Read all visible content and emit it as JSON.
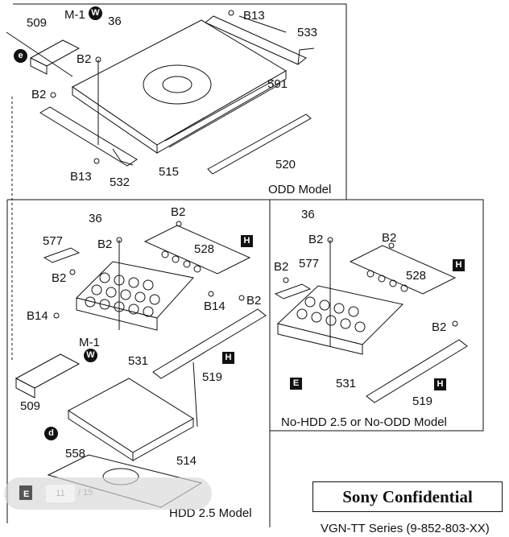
{
  "labels": {
    "l509a": "509",
    "m1a": "M-1",
    "l36a": "36",
    "b2a": "B2",
    "b13a": "B13",
    "l533": "533",
    "l591": "591",
    "b2b": "B2",
    "l515": "515",
    "b13b": "B13",
    "l532": "532",
    "l520": "520",
    "l36b": "36",
    "b2c": "B2",
    "l577a": "577",
    "b2d": "B2",
    "l528a": "528",
    "b2e": "B2",
    "b14a": "B14",
    "b14b": "B14",
    "b2f": "B2",
    "m1b": "M-1",
    "l531a": "531",
    "l519a": "519",
    "l509b": "509",
    "l514": "514",
    "l558": "558",
    "l36c": "36",
    "b2g": "B2",
    "b2h": "B2",
    "l577b": "577",
    "b2i": "B2",
    "l528b": "528",
    "b2j": "B2",
    "l531b": "531",
    "l519b": "519"
  },
  "captions": {
    "odd": "ODD Model",
    "no_hdd": "No-HDD 2.5 or No-ODD Model",
    "hdd": "HDD 2.5 Model"
  },
  "markers": {
    "w": "W",
    "e": "e",
    "d": "d",
    "h": "H",
    "E": "E"
  },
  "confidential": "Sony Confidential",
  "footer": "VGN-TT Series (9-852-803-XX)",
  "pager": {
    "current": "11",
    "total": "/ 15"
  }
}
